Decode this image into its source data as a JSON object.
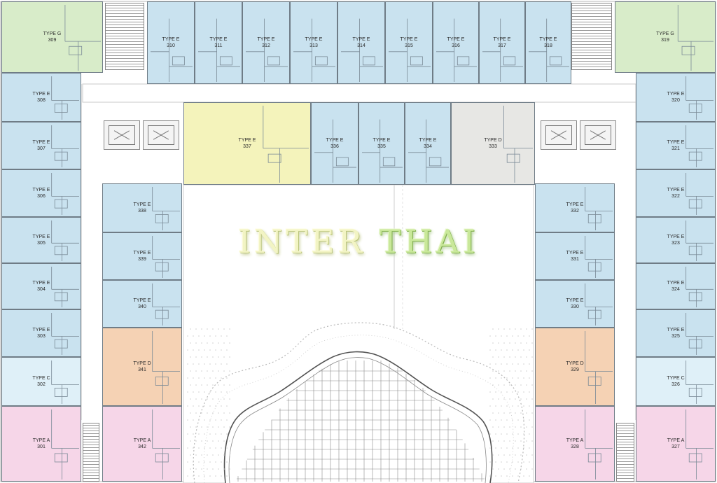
{
  "watermark": {
    "word1": "INTER",
    "word2": "THAI"
  },
  "palette": {
    "type_a": "#f6d6e8",
    "type_c": "#dff0f8",
    "type_d": "#f5d2b4",
    "type_e": "#c9e2ef",
    "type_e_yellow": "#f4f3bb",
    "type_f_gray": "#e7e7e4",
    "type_g": "#d8ecc9",
    "wall": "#6f7c86"
  },
  "units": [
    {
      "type": "TYPE G",
      "no": "309",
      "color": "type_g"
    },
    {
      "type": "TYPE E",
      "no": "310",
      "color": "type_e"
    },
    {
      "type": "TYPE E",
      "no": "311",
      "color": "type_e"
    },
    {
      "type": "TYPE E",
      "no": "312",
      "color": "type_e"
    },
    {
      "type": "TYPE E",
      "no": "313",
      "color": "type_e"
    },
    {
      "type": "TYPE E",
      "no": "314",
      "color": "type_e"
    },
    {
      "type": "TYPE E",
      "no": "315",
      "color": "type_e"
    },
    {
      "type": "TYPE E",
      "no": "316",
      "color": "type_e"
    },
    {
      "type": "TYPE E",
      "no": "317",
      "color": "type_e"
    },
    {
      "type": "TYPE E",
      "no": "318",
      "color": "type_e"
    },
    {
      "type": "TYPE G",
      "no": "319",
      "color": "type_g"
    },
    {
      "type": "TYPE E",
      "no": "308",
      "color": "type_e"
    },
    {
      "type": "TYPE E",
      "no": "307",
      "color": "type_e"
    },
    {
      "type": "TYPE E",
      "no": "306",
      "color": "type_e"
    },
    {
      "type": "TYPE E",
      "no": "305",
      "color": "type_e"
    },
    {
      "type": "TYPE E",
      "no": "304",
      "color": "type_e"
    },
    {
      "type": "TYPE E",
      "no": "303",
      "color": "type_e"
    },
    {
      "type": "TYPE C",
      "no": "302",
      "color": "type_c"
    },
    {
      "type": "TYPE A",
      "no": "301",
      "color": "type_a"
    },
    {
      "type": "TYPE E",
      "no": "337",
      "color": "type_e_yellow"
    },
    {
      "type": "TYPE E",
      "no": "336",
      "color": "type_e"
    },
    {
      "type": "TYPE E",
      "no": "335",
      "color": "type_e"
    },
    {
      "type": "TYPE E",
      "no": "334",
      "color": "type_e"
    },
    {
      "type": "TYPE D",
      "no": "333",
      "color": "type_f_gray"
    },
    {
      "type": "TYPE E",
      "no": "338",
      "color": "type_e"
    },
    {
      "type": "TYPE E",
      "no": "339",
      "color": "type_e"
    },
    {
      "type": "TYPE E",
      "no": "340",
      "color": "type_e"
    },
    {
      "type": "TYPE D",
      "no": "341",
      "color": "type_d"
    },
    {
      "type": "TYPE A",
      "no": "342",
      "color": "type_a"
    },
    {
      "type": "TYPE E",
      "no": "332",
      "color": "type_e"
    },
    {
      "type": "TYPE E",
      "no": "331",
      "color": "type_e"
    },
    {
      "type": "TYPE E",
      "no": "330",
      "color": "type_e"
    },
    {
      "type": "TYPE D",
      "no": "329",
      "color": "type_d"
    },
    {
      "type": "TYPE A",
      "no": "328",
      "color": "type_a"
    },
    {
      "type": "TYPE E",
      "no": "320",
      "color": "type_e"
    },
    {
      "type": "TYPE E",
      "no": "321",
      "color": "type_e"
    },
    {
      "type": "TYPE E",
      "no": "322",
      "color": "type_e"
    },
    {
      "type": "TYPE E",
      "no": "323",
      "color": "type_e"
    },
    {
      "type": "TYPE E",
      "no": "324",
      "color": "type_e"
    },
    {
      "type": "TYPE E",
      "no": "325",
      "color": "type_e"
    },
    {
      "type": "TYPE C",
      "no": "326",
      "color": "type_c"
    },
    {
      "type": "TYPE A",
      "no": "327",
      "color": "type_a"
    }
  ]
}
